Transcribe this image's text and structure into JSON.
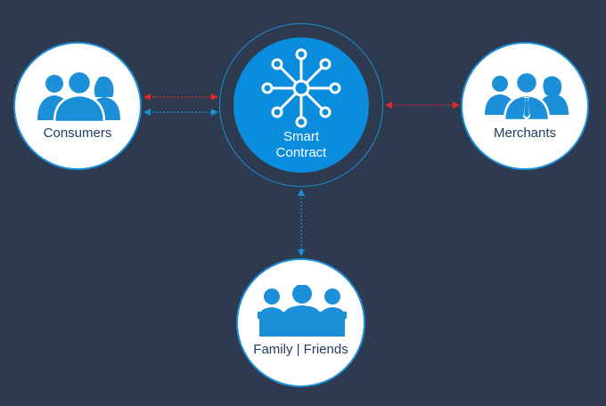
{
  "diagram": {
    "hub": {
      "label_line1": "Smart",
      "label_line2": "Contract",
      "icon": "network-hub-icon"
    },
    "nodes": [
      {
        "id": "consumers",
        "label": "Consumers",
        "icon": "consumers-group-icon"
      },
      {
        "id": "merchants",
        "label": "Merchants",
        "icon": "merchants-group-icon"
      },
      {
        "id": "family",
        "label": "Family | Friends",
        "icon": "family-friends-icon"
      }
    ],
    "connections": [
      {
        "from": "consumers",
        "to": "hub",
        "color": "red"
      },
      {
        "from": "consumers",
        "to": "hub",
        "color": "blue"
      },
      {
        "from": "hub",
        "to": "merchants",
        "color": "red"
      },
      {
        "from": "hub",
        "to": "family",
        "color": "blue"
      }
    ]
  },
  "colors": {
    "background": "#2e3a4f",
    "accent_blue": "#0a8ddd",
    "icon_blue": "#1b8fd8",
    "arrow_red": "#e02a2a",
    "node_fill": "#ffffff",
    "label_text": "#1f3b5a"
  }
}
